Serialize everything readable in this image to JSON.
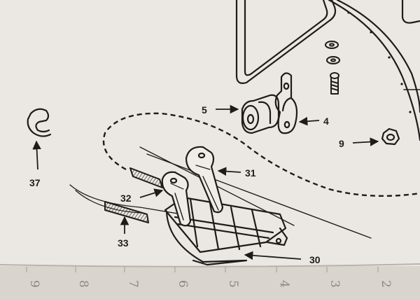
{
  "callouts": {
    "c5": "5",
    "c4": "4",
    "c9": "9",
    "c31": "31",
    "c32": "32",
    "c33": "33",
    "c30": "30",
    "c37": "37"
  },
  "ruler": {
    "labels": [
      "9",
      "8",
      "7",
      "6",
      "5",
      "4",
      "3",
      "2"
    ]
  }
}
